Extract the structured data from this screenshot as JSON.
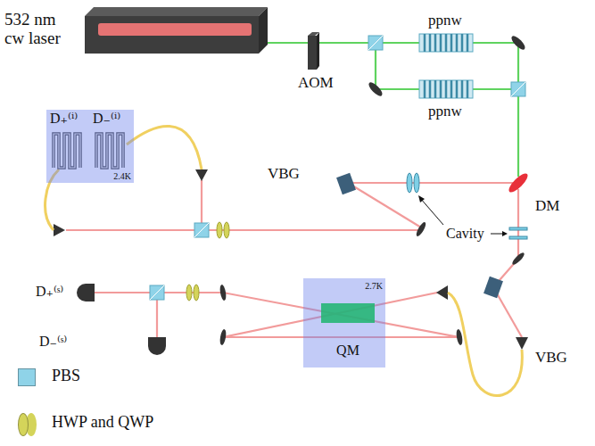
{
  "diagram": {
    "nodes": [
      {
        "text": [
          "532 nm cw laser"
        ]
      },
      {
        "text": [
          "2.4K"
        ]
      },
      {
        "text": [
          "2.7K"
        ]
      },
      {
        "text": [
          "QM"
        ],
        "in": 2
      }
    ],
    "labels": [
      "AOM",
      "ppnw",
      "ppnw",
      "VBG",
      "DM",
      "Cavity",
      "D₊⁽ⁱ⁾",
      "D₋⁽ⁱ⁾",
      "VBG",
      "D₊⁽ˢ⁾",
      "D₋⁽ˢ⁾"
    ],
    "legend": [
      {
        "text": "PBS",
        "color": "#8fd3e8"
      },
      {
        "text": "HWP and QWP",
        "color": "#d4d45a"
      }
    ]
  }
}
